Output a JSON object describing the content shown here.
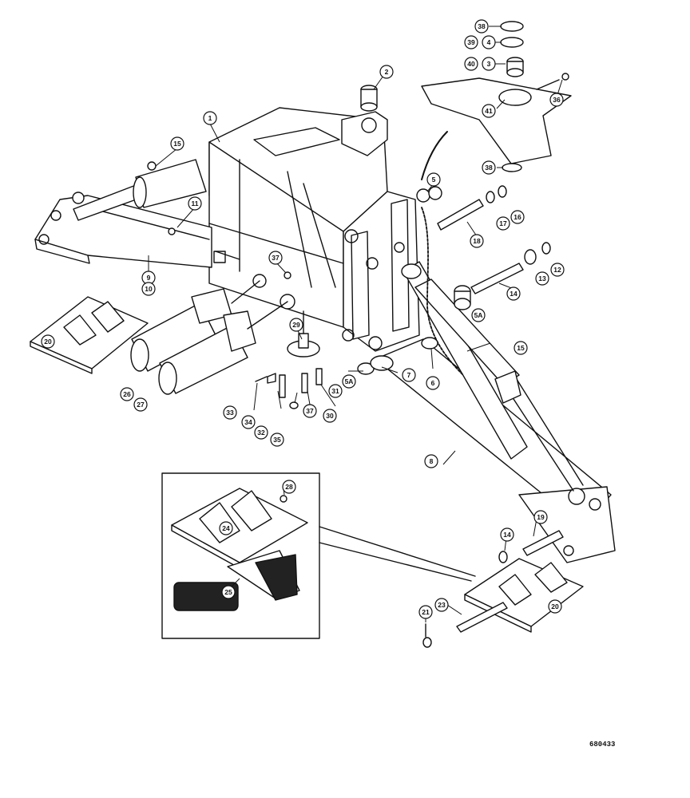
{
  "drawing_number": "680433",
  "callouts": [
    {
      "label": "1"
    },
    {
      "label": "2"
    },
    {
      "label": "38"
    },
    {
      "label": "39"
    },
    {
      "label": "4"
    },
    {
      "label": "40"
    },
    {
      "label": "3"
    },
    {
      "label": "36"
    },
    {
      "label": "41"
    },
    {
      "label": "38"
    },
    {
      "label": "15"
    },
    {
      "label": "11"
    },
    {
      "label": "9"
    },
    {
      "label": "10"
    },
    {
      "label": "37"
    },
    {
      "label": "5"
    },
    {
      "label": "16"
    },
    {
      "label": "17"
    },
    {
      "label": "18"
    },
    {
      "label": "13"
    },
    {
      "label": "12"
    },
    {
      "label": "14"
    },
    {
      "label": "5A"
    },
    {
      "label": "15"
    },
    {
      "label": "20"
    },
    {
      "label": "26"
    },
    {
      "label": "27"
    },
    {
      "label": "29"
    },
    {
      "label": "33"
    },
    {
      "label": "34"
    },
    {
      "label": "32"
    },
    {
      "label": "35"
    },
    {
      "label": "37"
    },
    {
      "label": "30"
    },
    {
      "label": "31"
    },
    {
      "label": "5A"
    },
    {
      "label": "7"
    },
    {
      "label": "6"
    },
    {
      "label": "8"
    },
    {
      "label": "28"
    },
    {
      "label": "24"
    },
    {
      "label": "25"
    },
    {
      "label": "19"
    },
    {
      "label": "14"
    },
    {
      "label": "21"
    },
    {
      "label": "23"
    },
    {
      "label": "20"
    }
  ]
}
